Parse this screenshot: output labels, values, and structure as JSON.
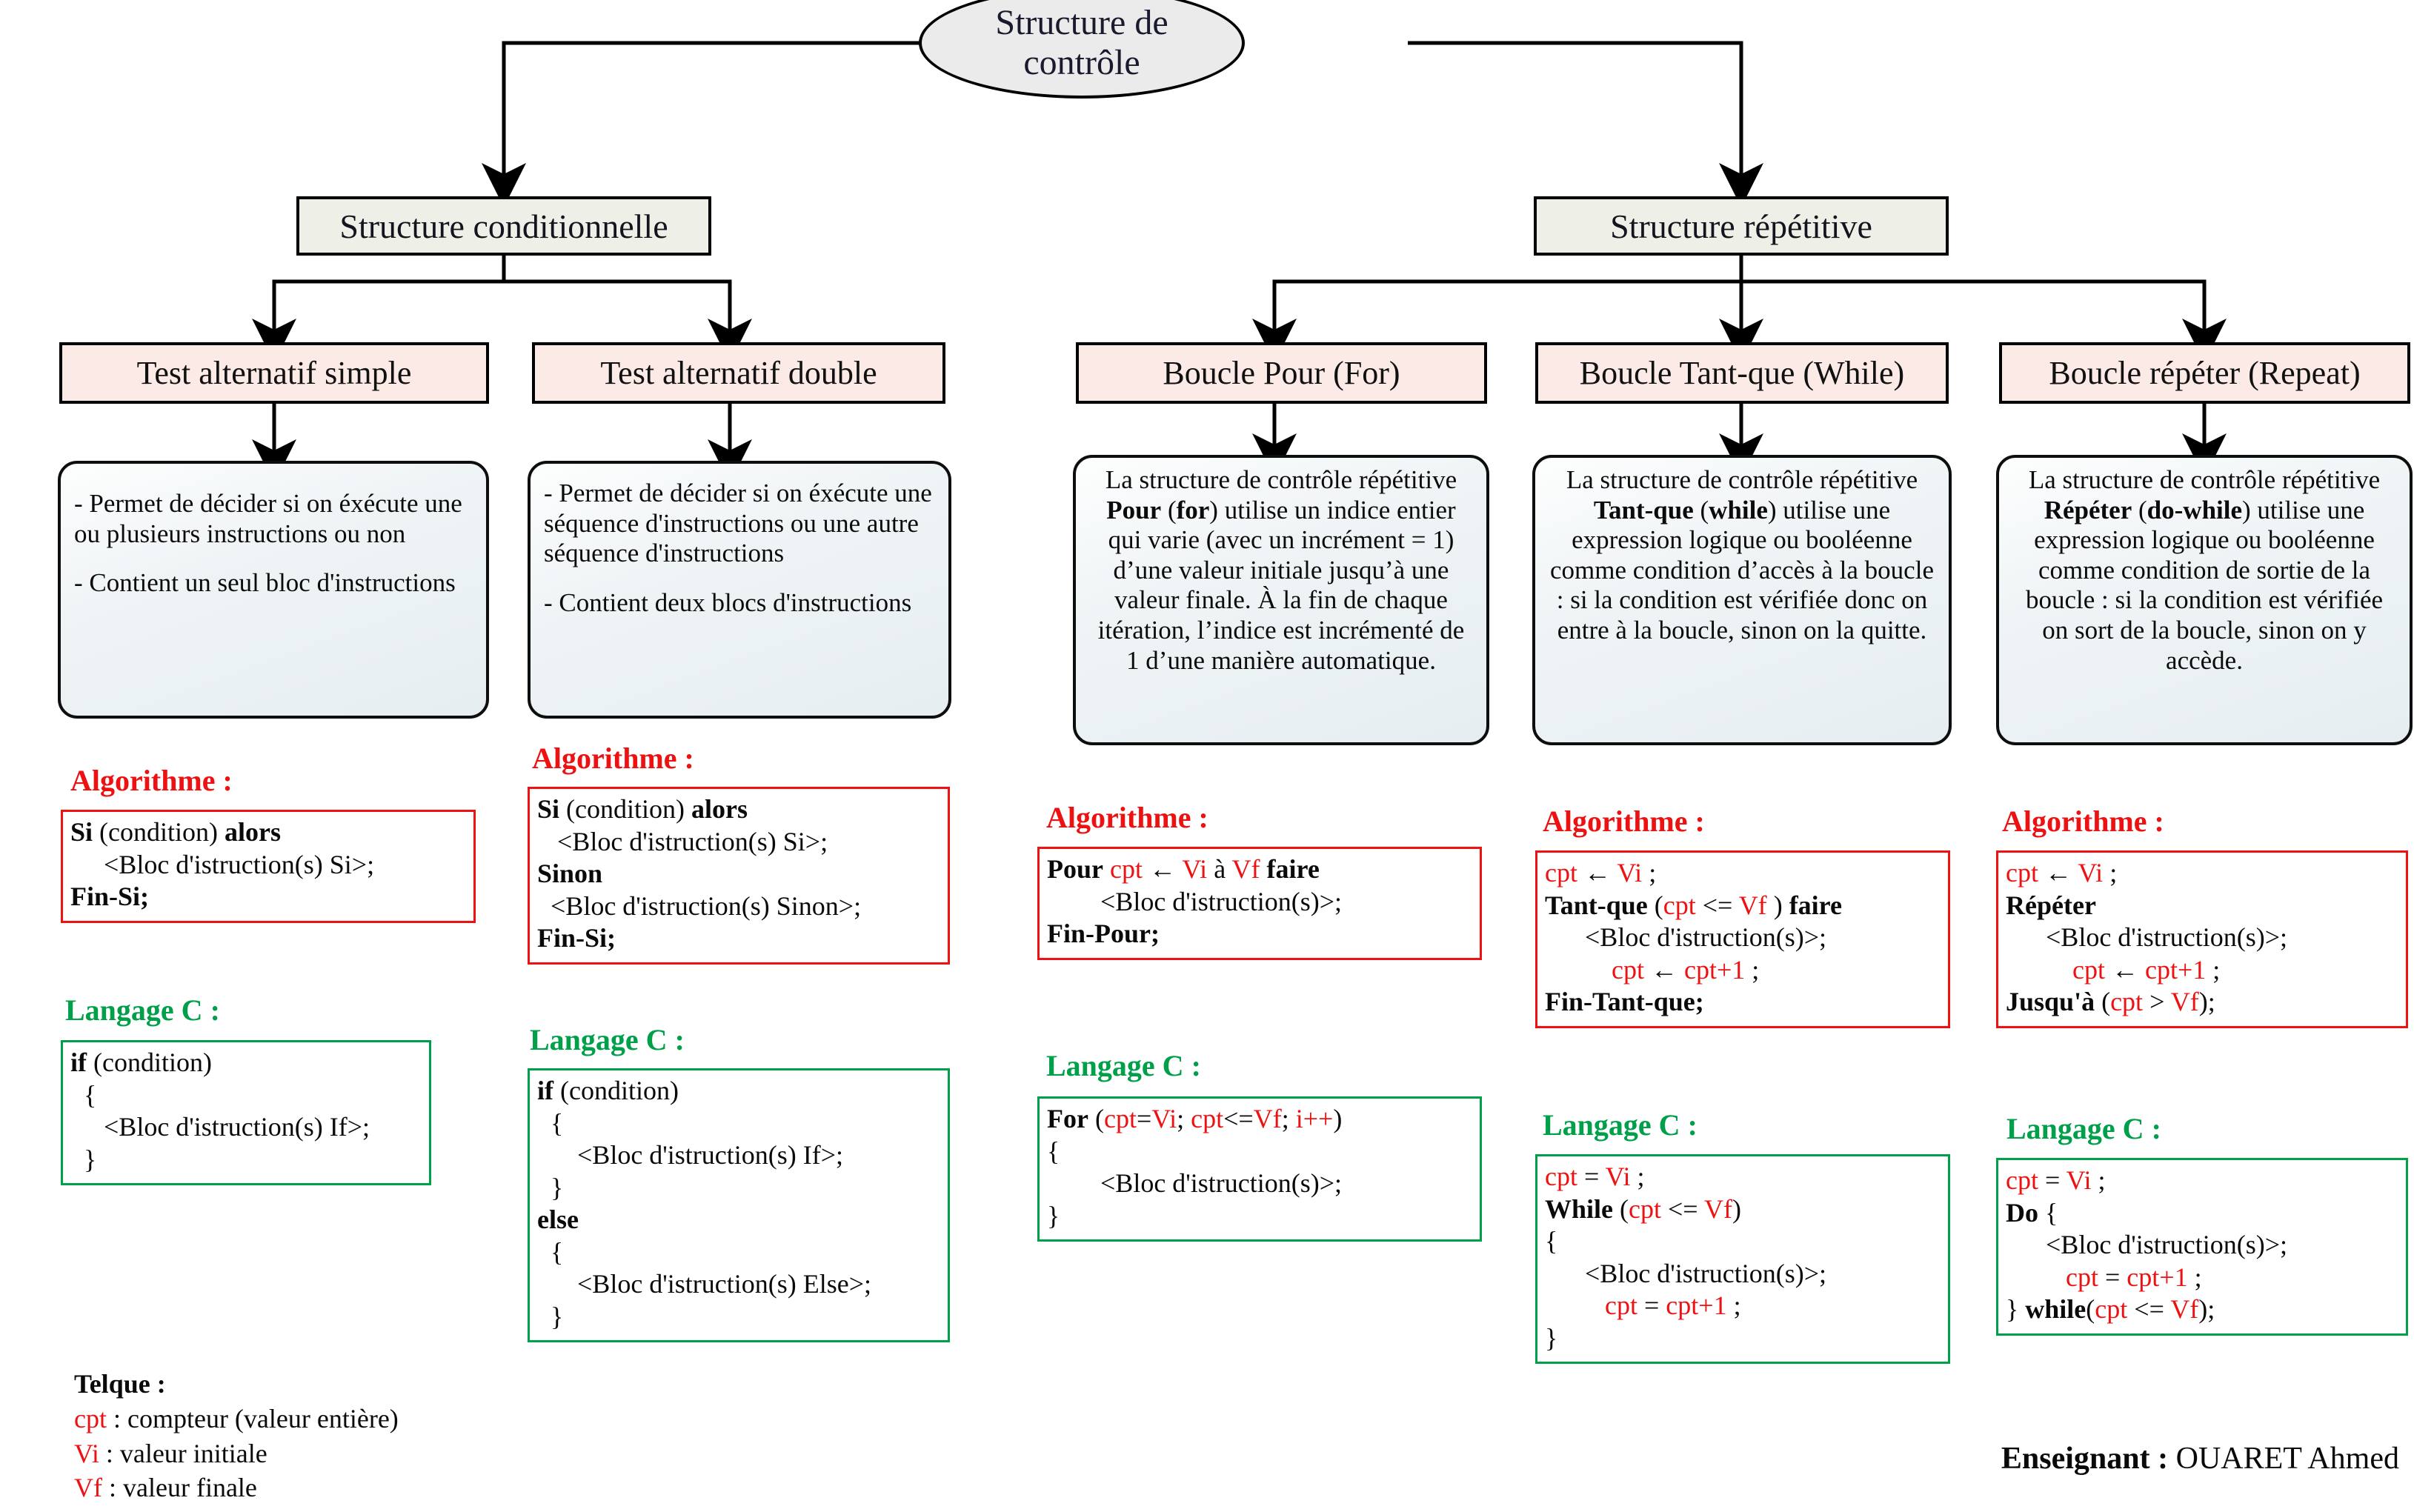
{
  "root": {
    "label": "Structure de\ncontrôle"
  },
  "level2": [
    {
      "label": "Structure conditionnelle"
    },
    {
      "label": "Structure répétitive"
    }
  ],
  "level3": [
    {
      "label": "Test alternatif simple"
    },
    {
      "label": "Test alternatif double"
    },
    {
      "label": "Boucle Pour (For)"
    },
    {
      "label": "Boucle Tant-que (While)"
    },
    {
      "label": "Boucle répéter (Repeat)"
    }
  ],
  "descriptions": {
    "simple": [
      "- Permet de décider si on éxécute une ou plusieurs instructions ou non",
      "- Contient un seul bloc d'instructions"
    ],
    "double": [
      "- Permet de décider si on éxécute une séquence d'instructions ou une autre séquence d'instructions",
      "- Contient deux blocs d'instructions"
    ],
    "pour": "La structure de contrôle répétitive Pour (for) utilise un indice entier qui varie (avec un incrément = 1) d’une valeur initiale jusqu’à une valeur finale. À la fin de chaque itération, l’indice est incrémenté de 1 d’une manière automatique.",
    "tantque": "La structure de contrôle répétitive Tant-que (while) utilise une expression logique ou booléenne comme condition d’accès à la boucle : si la condition est vérifiée donc on entre à la boucle, sinon on la quitte.",
    "repeter": "La structure de contrôle répétitive Répéter (do-while) utilise une expression logique ou booléenne comme condition de sortie de la boucle : si la condition est vérifiée on sort de la boucle, sinon on y accède."
  },
  "section_labels": {
    "algorithme": "Algorithme :",
    "langage_c": "Langage C :"
  },
  "code": {
    "simple_algo": "Si (condition) alors\n     <Bloc d'istruction(s) Si>;\nFin-Si;",
    "simple_c": "if (condition)\n  {\n     <Bloc d'istruction(s) If>;\n  }",
    "double_algo": "Si (condition) alors\n   <Bloc d'istruction(s) Si>;\nSinon\n  <Bloc d'istruction(s) Sinon>;\nFin-Si;",
    "double_c": "if (condition)\n  {\n      <Bloc d'istruction(s) If>;\n  }\nelse\n  {\n      <Bloc d'istruction(s) Else>;\n  }",
    "pour_algo": "Pour cpt ← Vi à Vf faire\n        <Bloc d'istruction(s)>;\nFin-Pour;",
    "pour_c": "For (cpt=Vi; cpt<=Vf; i++)\n{\n        <Bloc d'istruction(s)>;\n}",
    "tantque_algo": "cpt ← Vi ;\nTant-que (cpt <= Vf ) faire\n      <Bloc d'istruction(s)>;\n          cpt ← cpt+1 ;\nFin-Tant-que;",
    "tantque_c": "cpt = Vi ;\nWhile (cpt <= Vf)\n{\n      <Bloc d'istruction(s)>;\n         cpt = cpt+1 ;\n}",
    "repeter_algo": "cpt ← Vi ;\nRépéter\n      <Bloc d'istruction(s)>;\n          cpt ← cpt+1 ;\nJusqu'à (cpt > Vf);",
    "repeter_c": "cpt = Vi ;\nDo {\n      <Bloc d'istruction(s)>;\n         cpt = cpt+1 ;\n} while(cpt <= Vf);"
  },
  "legend": {
    "title": "Telque :",
    "items": [
      {
        "sym": "cpt ",
        "text": ": compteur (valeur entière)"
      },
      {
        "sym": "Vi ",
        "text": ": valeur initiale"
      },
      {
        "sym": "Vf ",
        "text": ": valeur finale"
      }
    ]
  },
  "credit": {
    "label": "Enseignant :",
    "name": "OUARET Ahmed"
  },
  "colors": {
    "algo_red": "#ee1111",
    "lang_green": "#00a04a",
    "lvl2_fill": "#eef0e7",
    "lvl3_fill": "#fbeae6",
    "root_fill": "#ebebeb"
  }
}
